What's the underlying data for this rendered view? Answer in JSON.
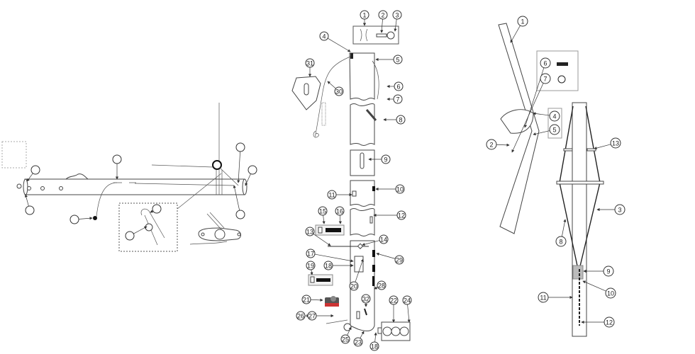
{
  "left_diagram": {
    "callouts": [
      "",
      "",
      "",
      "",
      "",
      "",
      "",
      "",
      ""
    ]
  },
  "middle_diagram": {
    "callouts": [
      "1",
      "2",
      "3",
      "4",
      "5",
      "6",
      "7",
      "8",
      "9",
      "10",
      "11",
      "12",
      "13",
      "14",
      "15",
      "16",
      "17",
      "18",
      "19",
      "20",
      "21",
      "22",
      "23",
      "24",
      "25",
      "26",
      "27",
      "28",
      "29",
      "30",
      "31",
      "32",
      "18"
    ]
  },
  "right_diagram": {
    "callouts": [
      "1",
      "2",
      "3",
      "4",
      "5",
      "6",
      "7",
      "8",
      "9",
      "10",
      "11",
      "12",
      "13"
    ]
  }
}
